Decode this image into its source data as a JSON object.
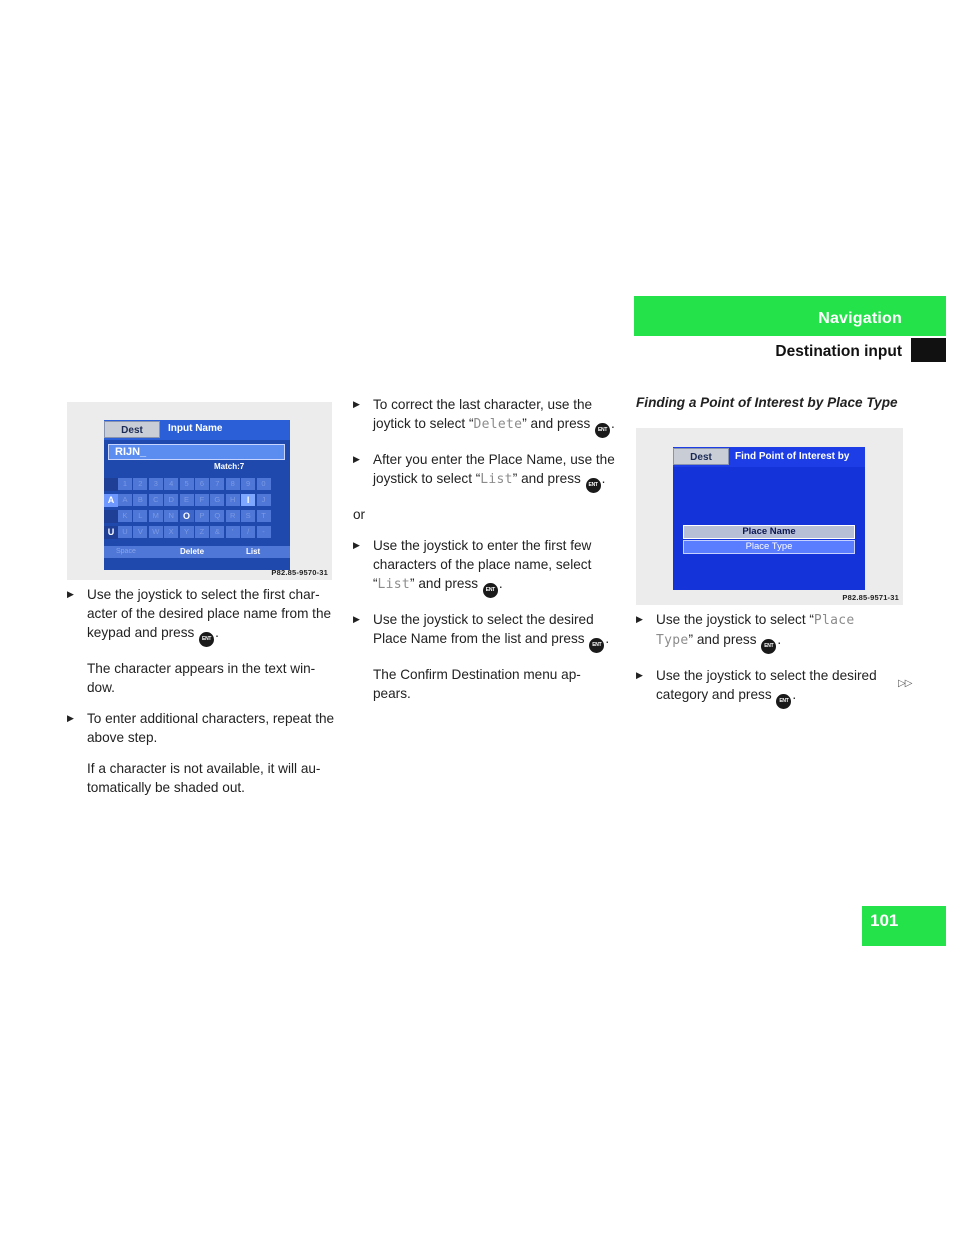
{
  "header": {
    "section": "Navigation",
    "subsection": "Destination input"
  },
  "page_number": "101",
  "continue_marker": "▷▷",
  "ent_label": "ENT",
  "column1": {
    "screen": {
      "tab_dest": "Dest",
      "title": "Input Name",
      "input_value": "RIJN_",
      "match": "Match:7",
      "rows": [
        [
          "1",
          "2",
          "3",
          "4",
          "5",
          "6",
          "7",
          "8",
          "9",
          "0"
        ],
        [
          "A",
          "B",
          "C",
          "D",
          "E",
          "F",
          "G",
          "H",
          "I",
          "J"
        ],
        [
          "K",
          "L",
          "M",
          "N",
          "O",
          "P",
          "Q",
          "R",
          "S",
          "T"
        ],
        [
          "U",
          "V",
          "W",
          "X",
          "Y",
          "Z",
          "&",
          "'",
          "/",
          "-"
        ]
      ],
      "left_keys": [
        "",
        "A",
        "",
        "U"
      ],
      "bottom_left": "Space",
      "delete": "Delete",
      "list": "List",
      "caption": "P82.85-9570-31"
    },
    "item1": "Use the joystick to select the first char-acter of the desired place name from the keypad and press",
    "item1_para": "The character appears in the text win-dow.",
    "item2": "To enter additional characters, repeat the above step.",
    "item2_para": "If a character is not available, it will au-tomatically be shaded out."
  },
  "column2": {
    "item1_pre": "To correct the last character, use the joytick to select “",
    "item1_code": "Delete",
    "item1_post": "” and press",
    "item2_pre": "After you enter the Place Name, use the joystick to select “",
    "item2_code": "List",
    "item2_post": "” and press",
    "or": "or",
    "item3_pre": "Use the joystick to enter the first few characters of the place name, select “",
    "item3_code": "List",
    "item3_post": "” and press",
    "item4": "Use the joystick to select the desired Place Name from the list and press",
    "item4_para": "The Confirm Destination menu ap-pears."
  },
  "column3": {
    "heading": "Finding a Point of Interest by Place Type",
    "screen": {
      "tab_dest": "Dest",
      "title": "Find Point of Interest by",
      "option1": "Place Name",
      "option2": "Place Type",
      "caption": "P82.85-9571-31"
    },
    "item1_pre": "Use the joystick to select “",
    "item1_code": "Place Type",
    "item1_post": "” and press",
    "item2": "Use the joystick to select the desired category and press"
  }
}
